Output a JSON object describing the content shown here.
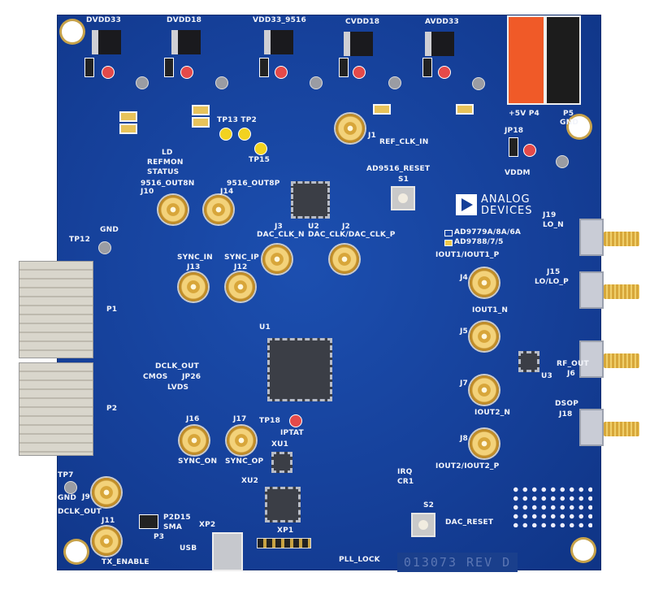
{
  "board": {
    "brand": "ANALOG DEVICES",
    "brand_lines": [
      "ANALOG",
      "DEVICES"
    ],
    "revision": "013073 REV D",
    "variant_options": [
      "AD9779A/8A/6A",
      "AD9788/7/5"
    ],
    "colors": {
      "pcb": "#153f98",
      "silkscreen": "#f2f4fa",
      "gold": "#e2b44e",
      "power_red": "#f05a28"
    }
  },
  "supplies": [
    "DVDD33",
    "DVDD18",
    "VDD33_9516",
    "CVDD18",
    "AVDD33",
    "VDDM"
  ],
  "power": {
    "p4": "+5V  P4",
    "p5_ref": "P5",
    "p5_net": "GND"
  },
  "leds": [
    "LD",
    "REFMON",
    "STATUS"
  ],
  "test_points": {
    "tp13_tp2": "TP13  TP2",
    "tp15": "TP15",
    "tp12": "TP12",
    "tp12_net": "GND",
    "tp7": "TP7",
    "tp7_net": "GND",
    "tp18": "TP18",
    "tp18_net": "IPTAT"
  },
  "connectors": {
    "j1": "J1",
    "j1_net": "REF_CLK_IN",
    "j10": "J10",
    "j10_net": "9516_OUT8N",
    "j14": "J14",
    "j14_net": "9516_OUT8P",
    "j13": "J13",
    "j13_net": "SYNC_IN",
    "j12": "J12",
    "j12_net": "SYNC_IP",
    "j3": "J3",
    "j3_net": "DAC_CLK_N",
    "j2": "J2",
    "j2_net": "DAC_CLK/DAC_CLK_P",
    "j4": "J4",
    "j4_net": "IOUT1/IOUT1_P",
    "j5": "J5",
    "j5_net": "IOUT1_N",
    "j7": "J7",
    "j7_net": "IOUT2_N",
    "j8": "J8",
    "j8_net": "IOUT2/IOUT2_P",
    "j16": "J16",
    "j16_net": "SYNC_ON",
    "j17": "J17",
    "j17_net": "SYNC_OP",
    "j9": "J9",
    "j9_net": "DCLK_OUT",
    "j11": "J11",
    "j11_net": "TX_ENABLE",
    "j19": "J19",
    "j19_net": "LO_N",
    "j15": "J15",
    "j15_net": "LO/LO_P",
    "j6": "J6",
    "j6_net": "RF_OUT",
    "j18": "J18",
    "j18_net": "DSOP",
    "p1": "P1",
    "p2": "P2",
    "p3": "P3",
    "p3_options": [
      "P2D15",
      "SMA"
    ],
    "xp2": "XP2",
    "xp2_net": "USB",
    "xp1": "XP1"
  },
  "chips": {
    "u1": "U1",
    "u2": "U2",
    "u3": "U3",
    "xu1": "XU1",
    "xu2": "XU2"
  },
  "jumpers": {
    "jp18": "JP18",
    "jp26": "JP26",
    "jp26_top": "DCLK_OUT",
    "jp26_left": "CMOS",
    "jp26_bottom": "LVDS"
  },
  "switches": {
    "s1": "S1",
    "s1_net": "AD9516_RESET",
    "s2": "S2",
    "s2_net": "DAC_RESET"
  },
  "indicators": {
    "cr1": "CR1",
    "cr1_net": "IRQ",
    "cr2_net": "PLL_LOCK"
  }
}
